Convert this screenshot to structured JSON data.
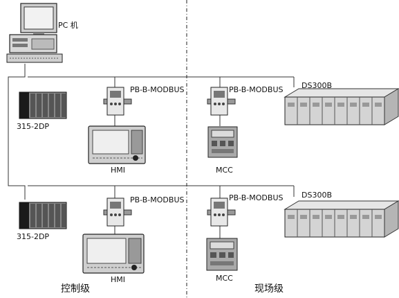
{
  "labels": {
    "pc": "PC 机",
    "plc_top": "315-2DP",
    "plc_bottom": "315-2DP",
    "gateway_1": "PB-B-MODBUS",
    "gateway_2": "PB-B-MODBUS",
    "gateway_3": "PB-B-MODBUS",
    "gateway_4": "PB-B-MODBUS",
    "hmi_top": "HMI",
    "hmi_bottom": "HMI",
    "mcc_top": "MCC",
    "mcc_bottom": "MCC",
    "ds_top": "DS300B",
    "ds_bottom": "DS300B",
    "zone_control": "控制级",
    "zone_field": "现场级"
  },
  "icons": {
    "pc": "desktop-computer-icon",
    "plc": "plc-rack-icon",
    "gateway": "din-rail-gateway-icon",
    "hmi": "touch-panel-icon",
    "mcc": "motor-control-unit-icon",
    "ds": "modular-drive-unit-icon"
  },
  "colors": {
    "line": "#222222",
    "device": "#444444",
    "ink": "#111111"
  }
}
